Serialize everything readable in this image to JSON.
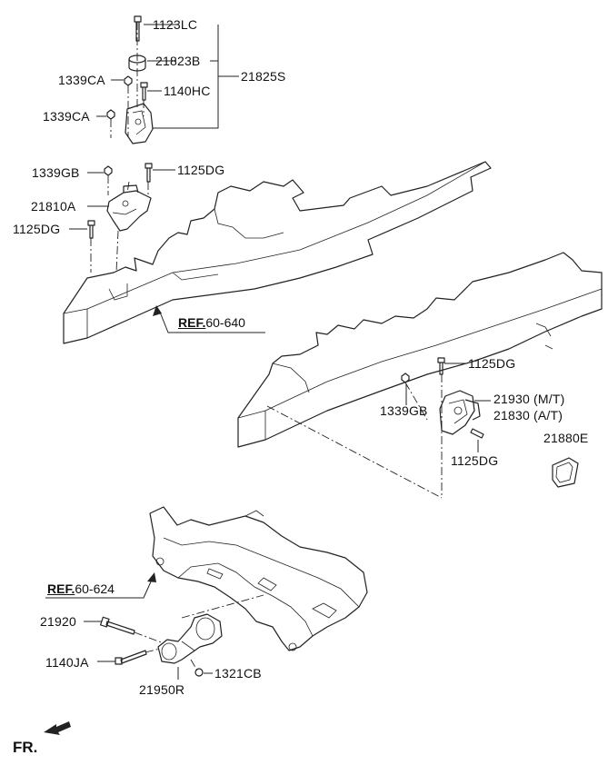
{
  "labels": {
    "l1123LC": "1123LC",
    "l21823B": "21823B",
    "l21825S": "21825S",
    "l1339CA_a": "1339CA",
    "l1140HC": "1140HC",
    "l1339CA_b": "1339CA",
    "l1339GB_a": "1339GB",
    "l1125DG_a": "1125DG",
    "l21810A": "21810A",
    "l1125DG_b": "1125DG",
    "l1125DG_c": "1125DG",
    "l1339GB_b": "1339GB",
    "l21930": "21930 (M/T)",
    "l21830": "21830 (A/T)",
    "l1125DG_d": "1125DG",
    "l21880E": "21880E",
    "l21920": "21920",
    "l1140JA": "1140JA",
    "l21950R": "21950R",
    "l1321CB": "1321CB"
  },
  "refs": {
    "ref1": {
      "prefix": "REF.",
      "num": "60-640"
    },
    "ref2": {
      "prefix": "REF.",
      "num": "60-624"
    }
  },
  "front_marker": "FR."
}
